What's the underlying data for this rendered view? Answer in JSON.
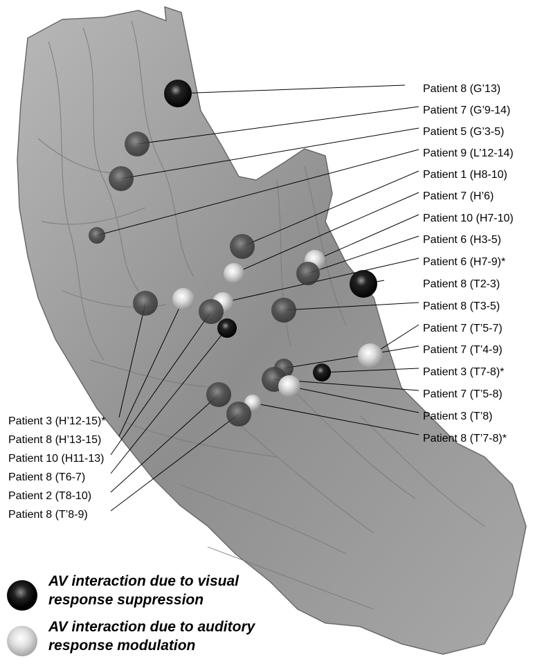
{
  "colors": {
    "visual": "#000000",
    "auditory": "#d8d8d8",
    "both": "#555555",
    "cortex": "#9a9a9a"
  },
  "electrodes": [
    {
      "label": "Patient 8 (G’13)",
      "type": "visual",
      "side": "right"
    },
    {
      "label": "Patient 7 (G’9-14)",
      "type": "both",
      "side": "right"
    },
    {
      "label": "Patient 5 (G’3-5)",
      "type": "both",
      "side": "right"
    },
    {
      "label": "Patient 9 (L’12-14)",
      "type": "both",
      "side": "right"
    },
    {
      "label": "Patient 1 (H8-10)",
      "type": "both",
      "side": "right"
    },
    {
      "label": "Patient 7 (H’6)",
      "type": "auditory",
      "side": "right"
    },
    {
      "label": "Patient 10 (H7-10)",
      "type": "auditory",
      "side": "right"
    },
    {
      "label": "Patient 6 (H3-5)",
      "type": "both",
      "side": "right"
    },
    {
      "label": "Patient 6 (H7-9)*",
      "type": "auditory",
      "side": "right"
    },
    {
      "label": "Patient 8 (T2-3)",
      "type": "visual",
      "side": "right"
    },
    {
      "label": "Patient 8 (T3-5)",
      "type": "both",
      "side": "right"
    },
    {
      "label": "Patient 7 (T’5-7)",
      "type": "auditory",
      "side": "right"
    },
    {
      "label": "Patient 7 (T’4-9)",
      "type": "both",
      "side": "right"
    },
    {
      "label": "Patient 3 (T7-8)*",
      "type": "visual",
      "side": "right"
    },
    {
      "label": "Patient 7 (T’5-8)",
      "type": "both",
      "side": "right"
    },
    {
      "label": "Patient 3 (T’8)",
      "type": "auditory",
      "side": "right"
    },
    {
      "label": "Patient 8 (T’7-8)*",
      "type": "auditory",
      "side": "right"
    },
    {
      "label": "Patient 3 (H’12-15)*",
      "type": "both",
      "side": "left"
    },
    {
      "label": "Patient 8 (H’13-15)",
      "type": "auditory",
      "side": "left"
    },
    {
      "label": "Patient 10 (H11-13)",
      "type": "both",
      "side": "left"
    },
    {
      "label": "Patient 8 (T6-7)",
      "type": "visual",
      "side": "left"
    },
    {
      "label": "Patient 2 (T8-10)",
      "type": "both",
      "side": "left"
    },
    {
      "label": "Patient 8 (T’8-9)",
      "type": "both",
      "side": "left"
    }
  ],
  "legend": [
    {
      "type": "visual",
      "text": "AV interaction due to visual response suppression"
    },
    {
      "type": "auditory",
      "text": "AV interaction due to auditory response modulation"
    }
  ]
}
